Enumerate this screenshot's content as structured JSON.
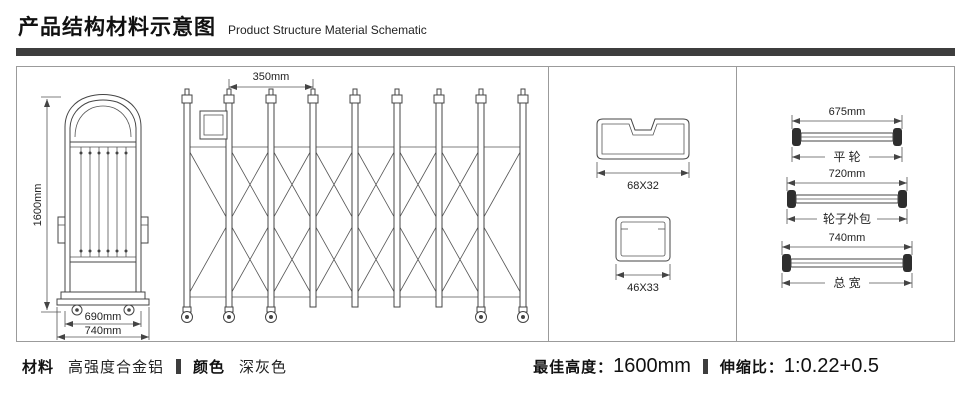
{
  "header": {
    "title_cn": "产品结构材料示意图",
    "title_en": "Product Structure Material Schematic"
  },
  "gate": {
    "dim_top": "350mm",
    "dim_height": "1600mm",
    "dim_inner": "690mm",
    "dim_outer": "740mm"
  },
  "profiles": {
    "rail": "68X32",
    "tube": "46X33"
  },
  "wheels": [
    {
      "dim": "675mm",
      "label": "平 轮"
    },
    {
      "dim": "720mm",
      "label": "轮子外包"
    },
    {
      "dim": "740mm",
      "label": "总 宽"
    }
  ],
  "specs": {
    "material_label": "材料",
    "material_value": "高强度合金铝",
    "color_label": "颜色",
    "color_value": "深灰色",
    "height_label": "最佳高度：",
    "height_value": "1600mm",
    "ratio_label": "伸缩比：",
    "ratio_value": "1:0.22+0.5"
  },
  "colors": {
    "bar": "#3d3d3d",
    "line": "#444444",
    "status_dark": "#2e2e2e"
  }
}
